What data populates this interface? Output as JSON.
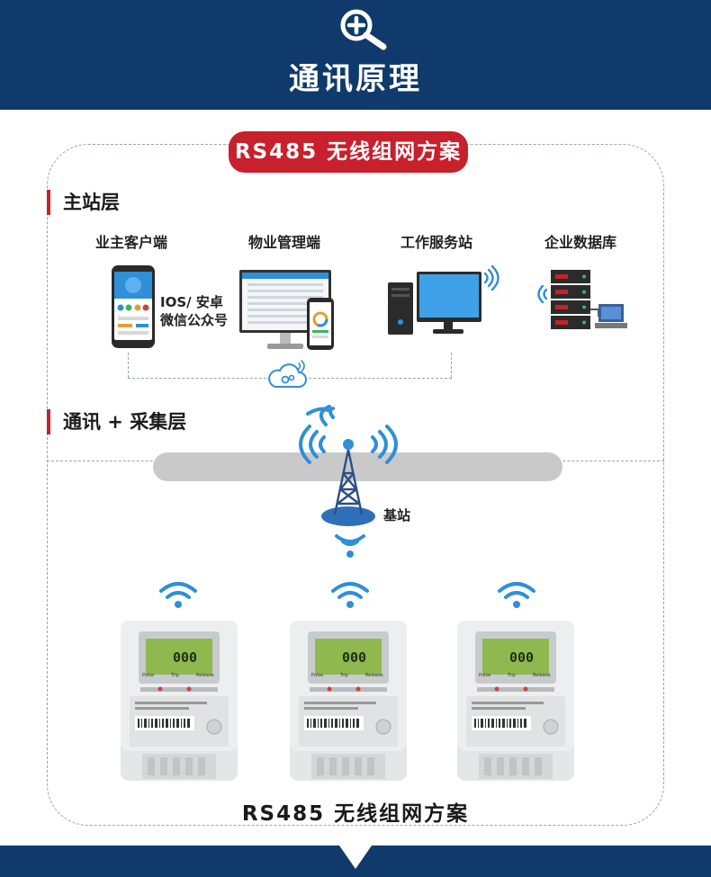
{
  "header": {
    "title": "通讯原理",
    "icon": "magnifier-plus-icon"
  },
  "scheme": {
    "pill_label": "RS485 无线组网方案",
    "bottom_label": "RS485 无线组网方案"
  },
  "master_layer": {
    "title": "主站层",
    "nodes": [
      {
        "label": "业主客户端",
        "icon": "smartphone-icon",
        "note_line1": "IOS/ 安卓",
        "note_line2": "微信公众号"
      },
      {
        "label": "物业管理端",
        "icon": "monitor-phone-icon"
      },
      {
        "label": "工作服务站",
        "icon": "desktop-pc-icon"
      },
      {
        "label": "企业数据库",
        "icon": "server-rack-icon"
      }
    ],
    "cloud_icon": "cloud-icon"
  },
  "comm_layer": {
    "title": "通讯 + 采集层",
    "tower_label": "基站",
    "tower_icon": "cell-tower-icon",
    "meters": [
      {
        "icon": "electric-meter-icon",
        "display": "000"
      },
      {
        "icon": "electric-meter-icon",
        "display": "000"
      },
      {
        "icon": "electric-meter-icon",
        "display": "000"
      }
    ],
    "meter_indicators": [
      "Pulse",
      "Trip",
      "Release"
    ]
  },
  "colors": {
    "navy": "#0f3a6b",
    "red": "#c8202c",
    "wifi_blue": "#2f8fd8",
    "bar_gray": "#c9c9c9"
  }
}
